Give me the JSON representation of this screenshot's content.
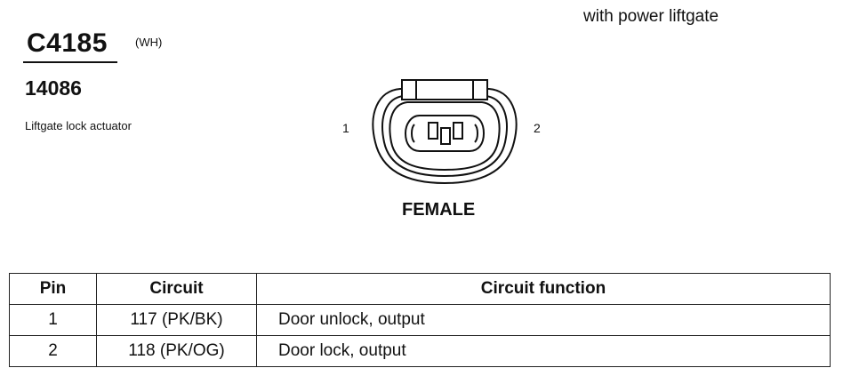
{
  "header": {
    "note": "with power liftgate",
    "connector_code": "C4185",
    "color_code": "(WH)",
    "part_number": "14086",
    "description": "Liftgate lock actuator"
  },
  "connector": {
    "pin_left_label": "1",
    "pin_right_label": "2",
    "gender": "FEMALE"
  },
  "table": {
    "headers": [
      "Pin",
      "Circuit",
      "Circuit function"
    ],
    "rows": [
      [
        "1",
        "117 (PK/BK)",
        "Door unlock, output"
      ],
      [
        "2",
        "118 (PK/OG)",
        "Door lock, output"
      ]
    ]
  }
}
